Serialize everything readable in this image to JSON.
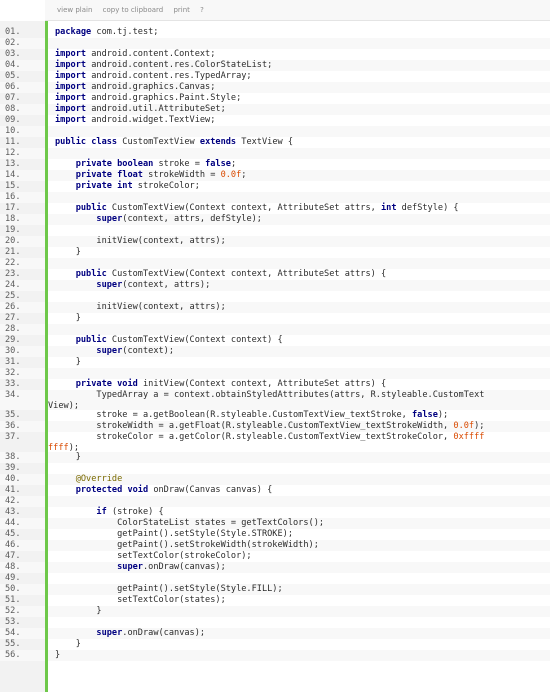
{
  "toolbar": {
    "view_plain": "view plain",
    "copy": "copy to clipboard",
    "print": "print",
    "help": "?"
  },
  "colors": {
    "keyword": "#000080",
    "annotation": "#7a6a00",
    "number": "#d94a00",
    "accent": "#6ec84a"
  },
  "lines": [
    {
      "n": "01.",
      "t": [
        [
          "k",
          "package"
        ],
        [
          "x",
          " com.tj.test;"
        ]
      ]
    },
    {
      "n": "02.",
      "t": []
    },
    {
      "n": "03.",
      "t": [
        [
          "k",
          "import"
        ],
        [
          "x",
          " android.content.Context;"
        ]
      ]
    },
    {
      "n": "04.",
      "t": [
        [
          "k",
          "import"
        ],
        [
          "x",
          " android.content.res.ColorStateList;"
        ]
      ]
    },
    {
      "n": "05.",
      "t": [
        [
          "k",
          "import"
        ],
        [
          "x",
          " android.content.res.TypedArray;"
        ]
      ]
    },
    {
      "n": "06.",
      "t": [
        [
          "k",
          "import"
        ],
        [
          "x",
          " android.graphics.Canvas;"
        ]
      ]
    },
    {
      "n": "07.",
      "t": [
        [
          "k",
          "import"
        ],
        [
          "x",
          " android.graphics.Paint.Style;"
        ]
      ]
    },
    {
      "n": "08.",
      "t": [
        [
          "k",
          "import"
        ],
        [
          "x",
          " android.util.AttributeSet;"
        ]
      ]
    },
    {
      "n": "09.",
      "t": [
        [
          "k",
          "import"
        ],
        [
          "x",
          " android.widget.TextView;"
        ]
      ]
    },
    {
      "n": "10.",
      "t": []
    },
    {
      "n": "11.",
      "t": [
        [
          "k",
          "public class"
        ],
        [
          "x",
          " CustomTextView "
        ],
        [
          "k",
          "extends"
        ],
        [
          "x",
          " TextView {"
        ]
      ]
    },
    {
      "n": "12.",
      "t": []
    },
    {
      "n": "13.",
      "t": [
        [
          "x",
          "    "
        ],
        [
          "k",
          "private boolean"
        ],
        [
          "x",
          " stroke = "
        ],
        [
          "k",
          "false"
        ],
        [
          "x",
          ";"
        ]
      ]
    },
    {
      "n": "14.",
      "t": [
        [
          "x",
          "    "
        ],
        [
          "k",
          "private float"
        ],
        [
          "x",
          " strokeWidth = "
        ],
        [
          "n",
          "0.0f"
        ],
        [
          "x",
          ";"
        ]
      ]
    },
    {
      "n": "15.",
      "t": [
        [
          "x",
          "    "
        ],
        [
          "k",
          "private int"
        ],
        [
          "x",
          " strokeColor;"
        ]
      ]
    },
    {
      "n": "16.",
      "t": []
    },
    {
      "n": "17.",
      "t": [
        [
          "x",
          "    "
        ],
        [
          "k",
          "public"
        ],
        [
          "x",
          " CustomTextView(Context context, AttributeSet attrs, "
        ],
        [
          "k",
          "int"
        ],
        [
          "x",
          " defStyle) {"
        ]
      ]
    },
    {
      "n": "18.",
      "t": [
        [
          "x",
          "        "
        ],
        [
          "k",
          "super"
        ],
        [
          "x",
          "(context, attrs, defStyle);"
        ]
      ]
    },
    {
      "n": "19.",
      "t": []
    },
    {
      "n": "20.",
      "t": [
        [
          "x",
          "        initView(context, attrs);"
        ]
      ]
    },
    {
      "n": "21.",
      "t": [
        [
          "x",
          "    }"
        ]
      ]
    },
    {
      "n": "22.",
      "t": []
    },
    {
      "n": "23.",
      "t": [
        [
          "x",
          "    "
        ],
        [
          "k",
          "public"
        ],
        [
          "x",
          " CustomTextView(Context context, AttributeSet attrs) {"
        ]
      ]
    },
    {
      "n": "24.",
      "t": [
        [
          "x",
          "        "
        ],
        [
          "k",
          "super"
        ],
        [
          "x",
          "(context, attrs);"
        ]
      ]
    },
    {
      "n": "25.",
      "t": []
    },
    {
      "n": "26.",
      "t": [
        [
          "x",
          "        initView(context, attrs);"
        ]
      ]
    },
    {
      "n": "27.",
      "t": [
        [
          "x",
          "    }"
        ]
      ]
    },
    {
      "n": "28.",
      "t": []
    },
    {
      "n": "29.",
      "t": [
        [
          "x",
          "    "
        ],
        [
          "k",
          "public"
        ],
        [
          "x",
          " CustomTextView(Context context) {"
        ]
      ]
    },
    {
      "n": "30.",
      "t": [
        [
          "x",
          "        "
        ],
        [
          "k",
          "super"
        ],
        [
          "x",
          "(context);"
        ]
      ]
    },
    {
      "n": "31.",
      "t": [
        [
          "x",
          "    }"
        ]
      ]
    },
    {
      "n": "32.",
      "t": []
    },
    {
      "n": "33.",
      "t": [
        [
          "x",
          "    "
        ],
        [
          "k",
          "private void"
        ],
        [
          "x",
          " initView(Context context, AttributeSet attrs) {"
        ]
      ]
    },
    {
      "n": "34.",
      "tall": true,
      "t": [
        [
          "x",
          "        TypedArray a = context.obtainStyledAttributes(attrs, R.styleable.CustomText"
        ]
      ],
      "w": [
        [
          "x",
          "View);"
        ]
      ]
    },
    {
      "n": "35.",
      "t": [
        [
          "x",
          "        stroke = a.getBoolean(R.styleable.CustomTextView_textStroke, "
        ],
        [
          "k",
          "false"
        ],
        [
          "x",
          ");"
        ]
      ]
    },
    {
      "n": "36.",
      "t": [
        [
          "x",
          "        strokeWidth = a.getFloat(R.styleable.CustomTextView_textStrokeWidth, "
        ],
        [
          "n",
          "0.0f"
        ],
        [
          "x",
          ");"
        ]
      ]
    },
    {
      "n": "37.",
      "tall": true,
      "t": [
        [
          "x",
          "        strokeColor = a.getColor(R.styleable.CustomTextView_textStrokeColor, "
        ],
        [
          "n",
          "0xffff"
        ]
      ],
      "w": [
        [
          "n",
          "ffff"
        ],
        [
          "x",
          ");"
        ]
      ]
    },
    {
      "n": "38.",
      "t": [
        [
          "x",
          "    }"
        ]
      ]
    },
    {
      "n": "39.",
      "t": []
    },
    {
      "n": "40.",
      "t": [
        [
          "x",
          "    "
        ],
        [
          "a",
          "@Override"
        ]
      ]
    },
    {
      "n": "41.",
      "t": [
        [
          "x",
          "    "
        ],
        [
          "k",
          "protected void"
        ],
        [
          "x",
          " onDraw(Canvas canvas) {"
        ]
      ]
    },
    {
      "n": "42.",
      "t": []
    },
    {
      "n": "43.",
      "t": [
        [
          "x",
          "        "
        ],
        [
          "k",
          "if"
        ],
        [
          "x",
          " (stroke) {"
        ]
      ]
    },
    {
      "n": "44.",
      "t": [
        [
          "x",
          "            ColorStateList states = getTextColors();"
        ]
      ]
    },
    {
      "n": "45.",
      "t": [
        [
          "x",
          "            getPaint().setStyle(Style.STROKE);"
        ]
      ]
    },
    {
      "n": "46.",
      "t": [
        [
          "x",
          "            getPaint().setStrokeWidth(strokeWidth);"
        ]
      ]
    },
    {
      "n": "47.",
      "t": [
        [
          "x",
          "            setTextColor(strokeColor);"
        ]
      ]
    },
    {
      "n": "48.",
      "t": [
        [
          "x",
          "            "
        ],
        [
          "k",
          "super"
        ],
        [
          "x",
          ".onDraw(canvas);"
        ]
      ]
    },
    {
      "n": "49.",
      "t": []
    },
    {
      "n": "50.",
      "t": [
        [
          "x",
          "            getPaint().setStyle(Style.FILL);"
        ]
      ]
    },
    {
      "n": "51.",
      "t": [
        [
          "x",
          "            setTextColor(states);"
        ]
      ]
    },
    {
      "n": "52.",
      "t": [
        [
          "x",
          "        }"
        ]
      ]
    },
    {
      "n": "53.",
      "t": []
    },
    {
      "n": "54.",
      "t": [
        [
          "x",
          "        "
        ],
        [
          "k",
          "super"
        ],
        [
          "x",
          ".onDraw(canvas);"
        ]
      ]
    },
    {
      "n": "55.",
      "t": [
        [
          "x",
          "    }"
        ]
      ]
    },
    {
      "n": "56.",
      "t": [
        [
          "x",
          "}"
        ]
      ]
    }
  ]
}
